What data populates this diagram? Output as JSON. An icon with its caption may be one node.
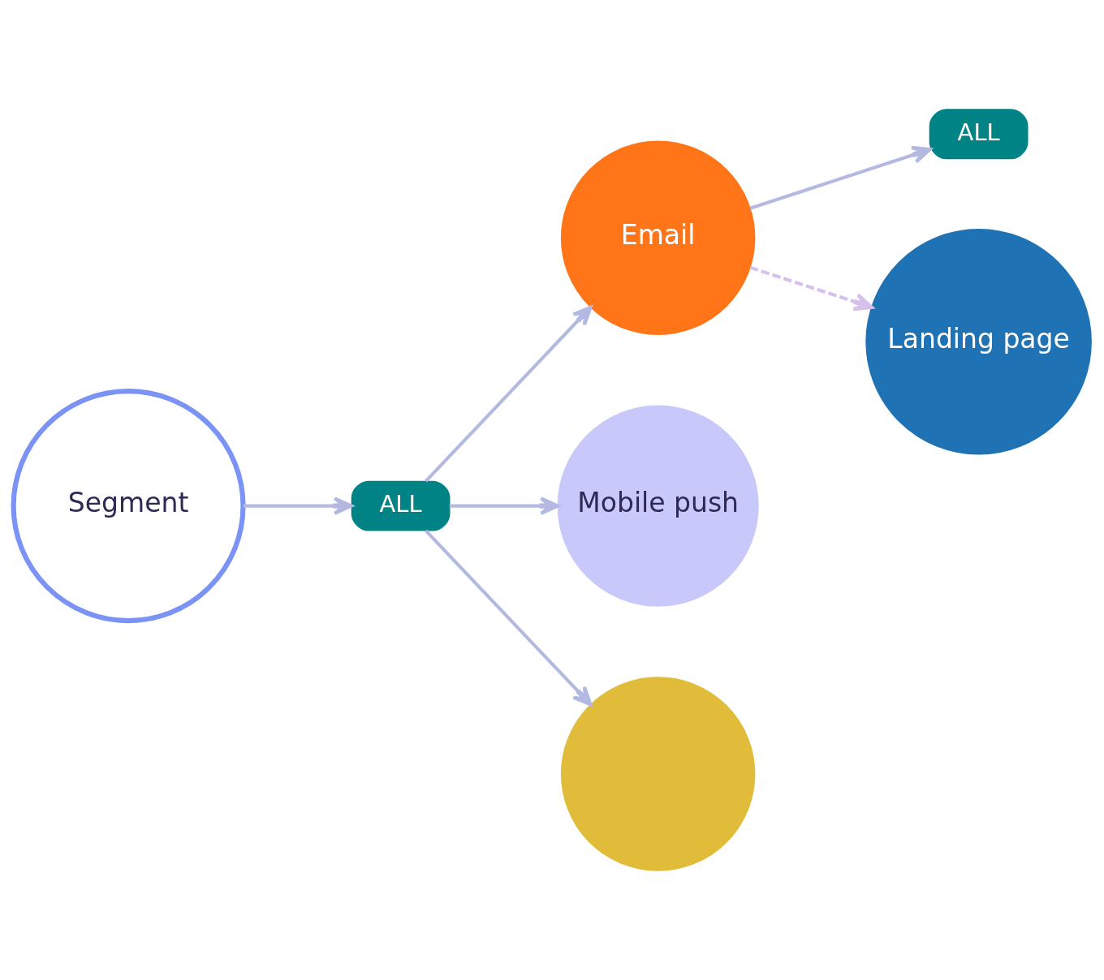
{
  "diagram": {
    "nodes": [
      {
        "text": [
          "Segment"
        ]
      },
      {
        "text": [
          "ALL"
        ]
      },
      {
        "text": [
          "Email"
        ]
      },
      {
        "text": [
          "Mobile push"
        ]
      },
      {
        "text": [],
        "shape": "circle"
      },
      {
        "text": [
          "ALL"
        ]
      },
      {
        "text": [
          "Landing page"
        ]
      }
    ],
    "edges": [
      {
        "from": 0,
        "to": 1,
        "arrow": "to"
      },
      {
        "from": 1,
        "to": 2,
        "arrow": "to"
      },
      {
        "from": 1,
        "to": 3,
        "arrow": "to"
      },
      {
        "from": 1,
        "to": 4,
        "arrow": "to"
      },
      {
        "from": 2,
        "to": 5,
        "arrow": "to"
      },
      {
        "from": 2,
        "to": 6,
        "arrow": "to",
        "style": "dashed",
        "color": "#d8c0ec"
      }
    ]
  }
}
